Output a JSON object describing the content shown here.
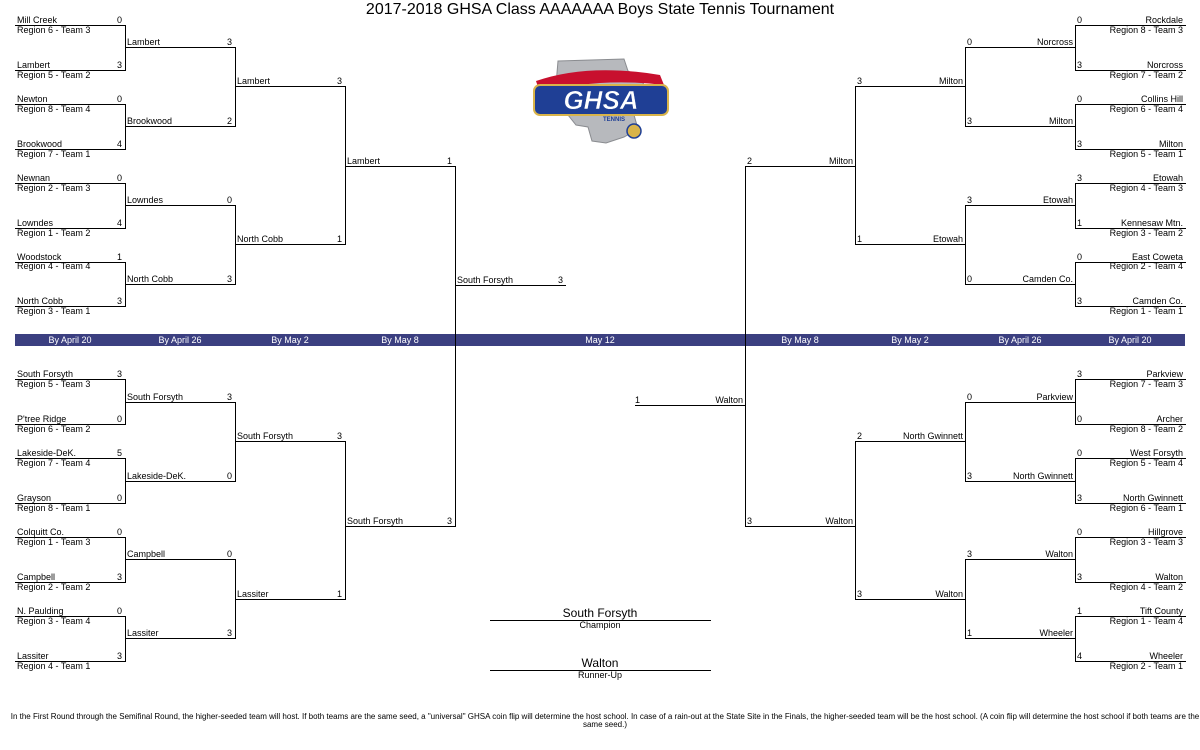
{
  "title": "2017-2018 GHSA Class AAAAAAA Boys State Tennis Tournament",
  "logo": {
    "text": "GHSA",
    "subtext": "TENNIS",
    "colors": {
      "blue": "#1f3f95",
      "red": "#c8102e",
      "gold": "#d9b44a",
      "silver": "#b7b9bd"
    }
  },
  "band_color": "#3b3f80",
  "round_labels": {
    "left": [
      "By April 20",
      "By April 26",
      "By May 2",
      "By May 8"
    ],
    "center": "May 12",
    "right": [
      "By May 8",
      "By May 2",
      "By April 26",
      "By April 20"
    ]
  },
  "left": {
    "top": {
      "r1": [
        {
          "team": "Mill Creek",
          "seed": "Region 6 - Team 3",
          "score": "0"
        },
        {
          "team": "Lambert",
          "seed": "Region 5 - Team 2",
          "score": "3"
        },
        {
          "team": "Newton",
          "seed": "Region 8 - Team 4",
          "score": "0"
        },
        {
          "team": "Brookwood",
          "seed": "Region 7 - Team 1",
          "score": "4"
        },
        {
          "team": "Newnan",
          "seed": "Region 2 - Team 3",
          "score": "0"
        },
        {
          "team": "Lowndes",
          "seed": "Region 1 - Team 2",
          "score": "4"
        },
        {
          "team": "Woodstock",
          "seed": "Region 4 - Team 4",
          "score": "1"
        },
        {
          "team": "North Cobb",
          "seed": "Region 3 - Team 1",
          "score": "3"
        }
      ],
      "r2": [
        {
          "team": "Lambert",
          "score": "3"
        },
        {
          "team": "Brookwood",
          "score": "2"
        },
        {
          "team": "Lowndes",
          "score": "0"
        },
        {
          "team": "North Cobb",
          "score": "3"
        }
      ],
      "r3": [
        {
          "team": "Lambert",
          "score": "3"
        },
        {
          "team": "North Cobb",
          "score": "1"
        }
      ],
      "r4": [
        {
          "team": "Lambert",
          "score": "1"
        }
      ]
    },
    "bottom": {
      "r1": [
        {
          "team": "South Forsyth",
          "seed": "Region 5 - Team 3",
          "score": "3"
        },
        {
          "team": "P'tree Ridge",
          "seed": "Region 6 - Team 2",
          "score": "0"
        },
        {
          "team": "Lakeside-DeK.",
          "seed": "Region 7 - Team 4",
          "score": "5"
        },
        {
          "team": "Grayson",
          "seed": "Region 8 - Team 1",
          "score": "0"
        },
        {
          "team": "Colquitt Co.",
          "seed": "Region 1 - Team 3",
          "score": "0"
        },
        {
          "team": "Campbell",
          "seed": "Region 2 - Team 2",
          "score": "3"
        },
        {
          "team": "N. Paulding",
          "seed": "Region 3 - Team 4",
          "score": "0"
        },
        {
          "team": "Lassiter",
          "seed": "Region 4 - Team 1",
          "score": "3"
        }
      ],
      "r2": [
        {
          "team": "South Forsyth",
          "score": "3"
        },
        {
          "team": "Lakeside-DeK.",
          "score": "0"
        },
        {
          "team": "Campbell",
          "score": "0"
        },
        {
          "team": "Lassiter",
          "score": "3"
        }
      ],
      "r3": [
        {
          "team": "South Forsyth",
          "score": "3"
        },
        {
          "team": "Lassiter",
          "score": "1"
        }
      ],
      "r4": [
        {
          "team": "South Forsyth",
          "score": "3"
        }
      ]
    }
  },
  "right": {
    "top": {
      "r1": [
        {
          "team": "Rockdale",
          "seed": "Region 8 - Team 3",
          "score": "0"
        },
        {
          "team": "Norcross",
          "seed": "Region 7 - Team 2",
          "score": "3"
        },
        {
          "team": "Collins Hill",
          "seed": "Region 6 - Team 4",
          "score": "0"
        },
        {
          "team": "Milton",
          "seed": "Region 5 - Team 1",
          "score": "3"
        },
        {
          "team": "Etowah",
          "seed": "Region 4 - Team 3",
          "score": "3"
        },
        {
          "team": "Kennesaw Mtn.",
          "seed": "Region 3 - Team 2",
          "score": "1"
        },
        {
          "team": "East Coweta",
          "seed": "Region 2 - Team 4",
          "score": "0"
        },
        {
          "team": "Camden Co.",
          "seed": "Region 1 - Team 1",
          "score": "3"
        }
      ],
      "r2": [
        {
          "team": "Norcross",
          "score": "0"
        },
        {
          "team": "Milton",
          "score": "3"
        },
        {
          "team": "Etowah",
          "score": "3"
        },
        {
          "team": "Camden Co.",
          "score": "0"
        }
      ],
      "r3": [
        {
          "team": "Milton",
          "score": "3"
        },
        {
          "team": "Etowah",
          "score": "1"
        }
      ],
      "r4": [
        {
          "team": "Milton",
          "score": "2"
        }
      ]
    },
    "bottom": {
      "r1": [
        {
          "team": "Parkview",
          "seed": "Region 7 - Team 3",
          "score": "3"
        },
        {
          "team": "Archer",
          "seed": "Region 8 - Team 2",
          "score": "0"
        },
        {
          "team": "West Forsyth",
          "seed": "Region 5 - Team 4",
          "score": "0"
        },
        {
          "team": "North Gwinnett",
          "seed": "Region 6 - Team 1",
          "score": "3"
        },
        {
          "team": "Hillgrove",
          "seed": "Region 3 - Team 3",
          "score": "0"
        },
        {
          "team": "Walton",
          "seed": "Region 4 - Team 2",
          "score": "3"
        },
        {
          "team": "Tift County",
          "seed": "Region 1 - Team 4",
          "score": "1"
        },
        {
          "team": "Wheeler",
          "seed": "Region 2 - Team 1",
          "score": "4"
        }
      ],
      "r2": [
        {
          "team": "Parkview",
          "score": "0"
        },
        {
          "team": "North Gwinnett",
          "score": "3"
        },
        {
          "team": "Walton",
          "score": "3"
        },
        {
          "team": "Wheeler",
          "score": "1"
        }
      ],
      "r3": [
        {
          "team": "North Gwinnett",
          "score": "2"
        },
        {
          "team": "Walton",
          "score": "3"
        }
      ],
      "r4": [
        {
          "team": "Walton",
          "score": "3"
        }
      ]
    }
  },
  "final": {
    "left": {
      "team": "South Forsyth",
      "score": "3"
    },
    "right": {
      "team": "Walton",
      "score": "1"
    }
  },
  "champion": {
    "team": "South Forsyth",
    "label": "Champion"
  },
  "runner_up": {
    "team": "Walton",
    "label": "Runner-Up"
  },
  "footer": "In the First Round through the Semifinal Round, the higher-seeded team will host.  If both teams are the same seed, a \"universal\" GHSA coin flip will determine the host school. In case of a rain-out at the State Site in the Finals, the higher-seeded team will be the host school. (A coin flip will determine the host school if both teams are the same seed.)"
}
